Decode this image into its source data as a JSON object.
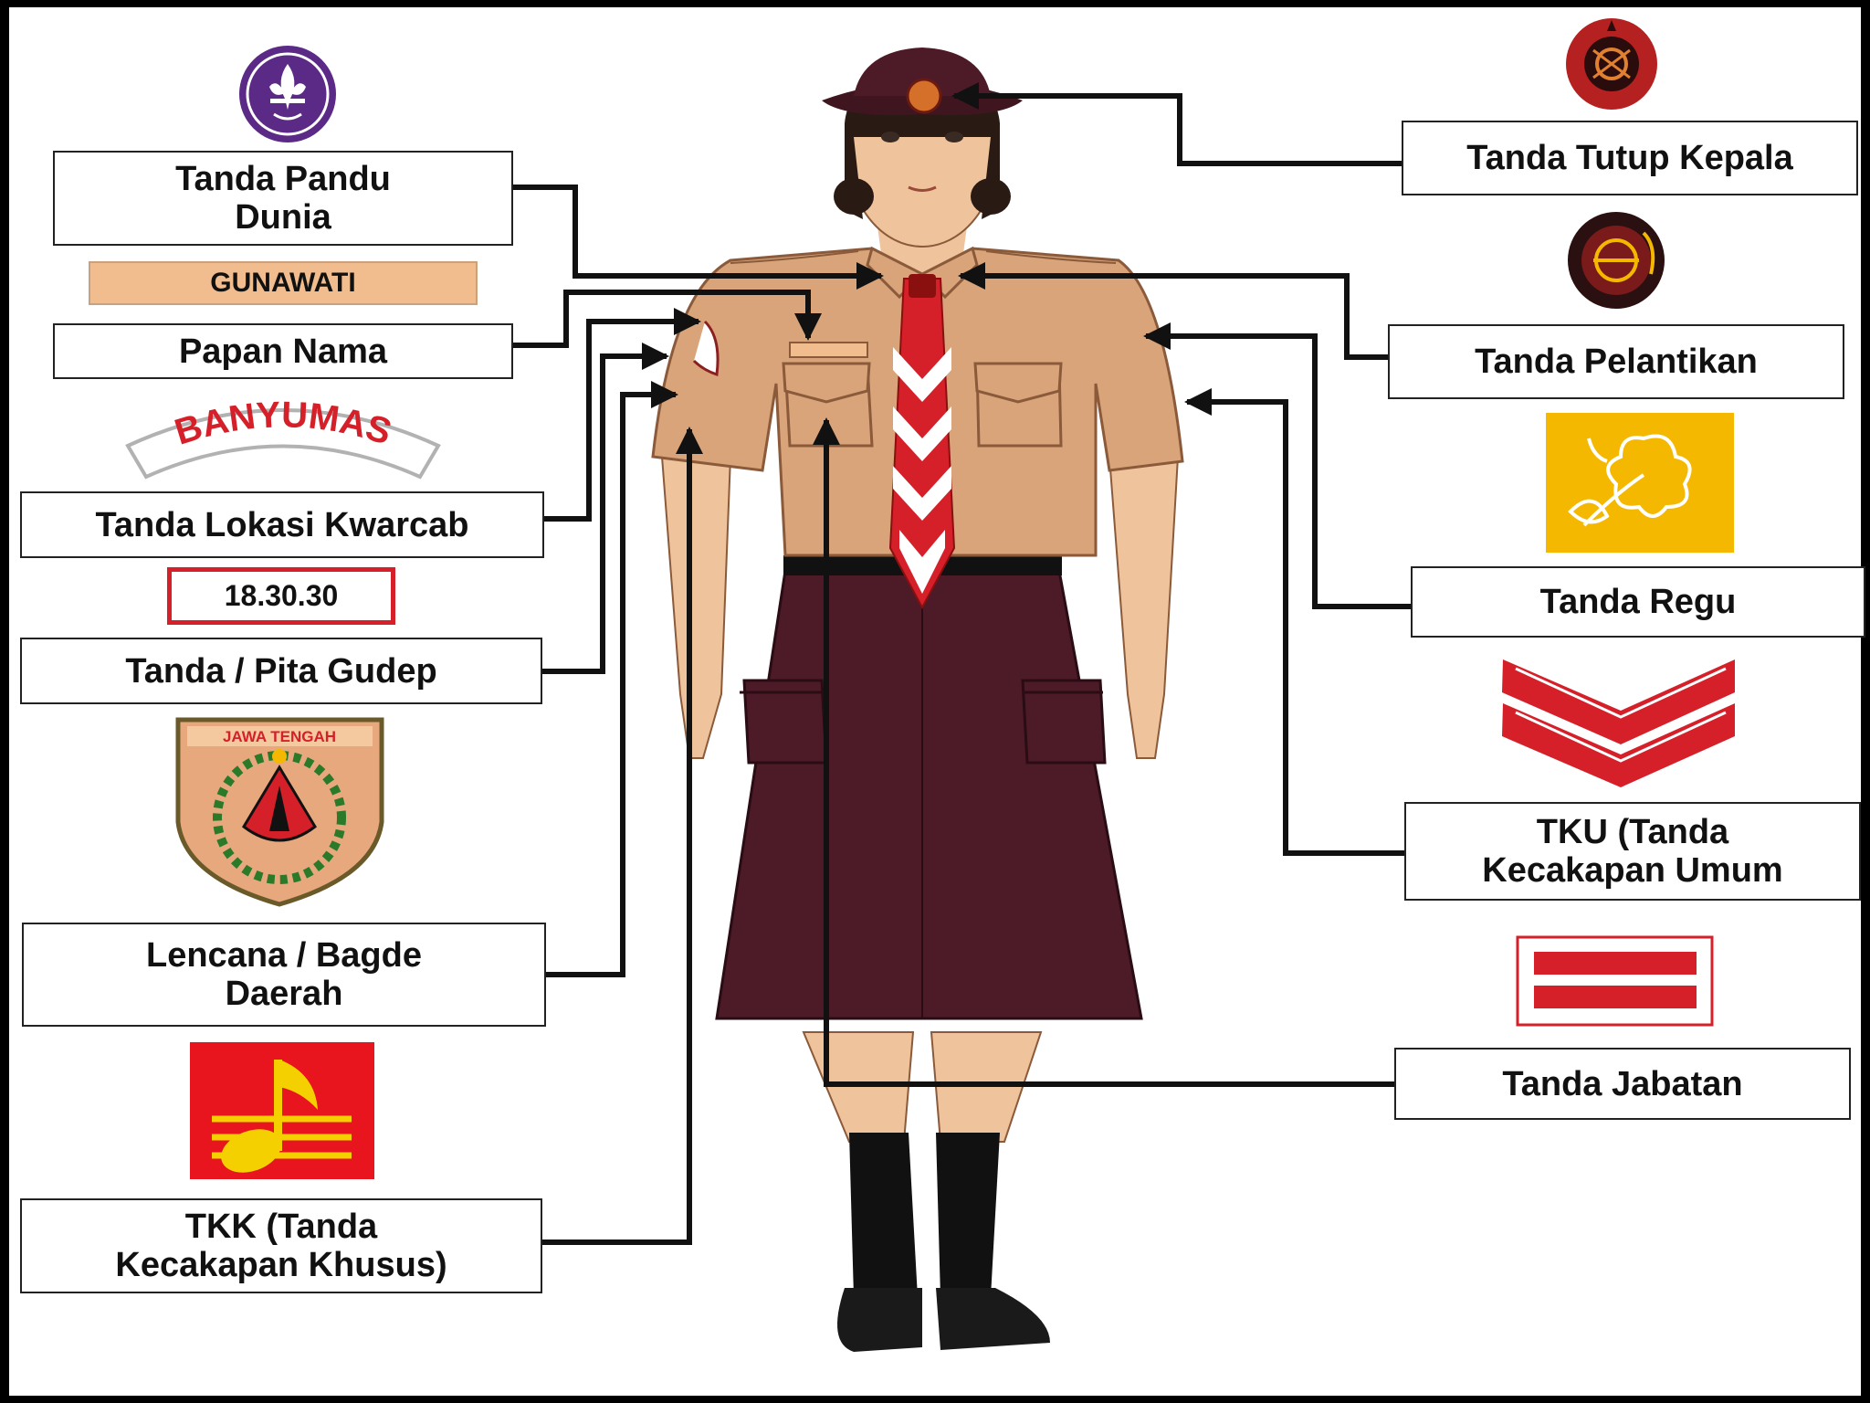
{
  "labels": {
    "pandu_dunia": "Tanda Pandu\nDunia",
    "papan_nama": "Papan Nama",
    "lokasi_kwarcab": "Tanda Lokasi Kwarcab",
    "pita_gudep": "Tanda / Pita Gudep",
    "lencana_daerah": "Lencana / Bagde\nDaerah",
    "tkk": "TKK (Tanda\nKecakapan Khusus)",
    "tutup_kepala": "Tanda Tutup Kepala",
    "pelantikan": "Tanda Pelantikan",
    "regu": "Tanda Regu",
    "tku": "TKU (Tanda\nKecakapan Umum",
    "jabatan": "Tanda Jabatan"
  },
  "badges": {
    "name_plate_text": "GUNAWATI",
    "location_text": "BANYUMAS",
    "gudep_number": "18.30.30",
    "province_text": "JAWA TENGAH"
  },
  "colors": {
    "uniform_shirt": "#d9a47a",
    "skirt": "#4d1a28",
    "scarf_red": "#d5202a",
    "world_badge_purple": "#5b2a86",
    "regu_yellow": "#f5b800",
    "chevron_red": "#d5202a",
    "name_plate": "#f2bd8e",
    "arrow": "#111111"
  },
  "icons": [
    "world-scout-emblem-icon",
    "cap-badge-icon",
    "pelantikan-badge-icon",
    "flower-icon",
    "chevron-icon",
    "music-note-icon",
    "position-bars-icon",
    "province-shield-icon"
  ]
}
